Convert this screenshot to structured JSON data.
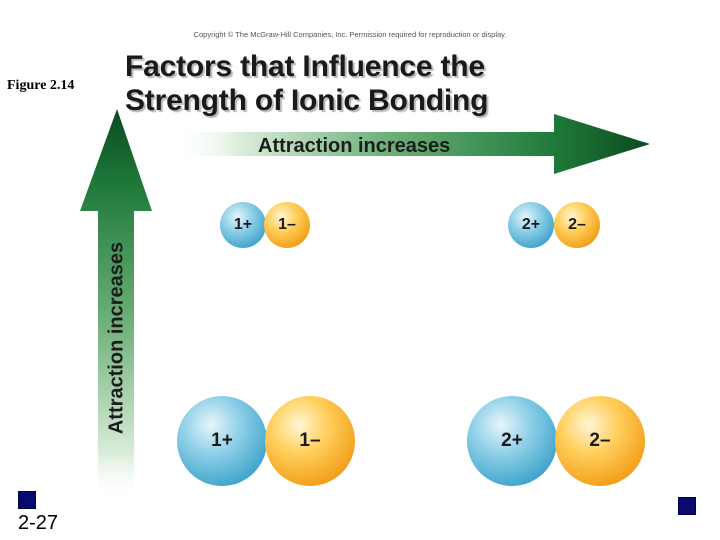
{
  "copyright": "Copyright © The McGraw-Hill Companies, Inc. Permission required for reproduction or display.",
  "figure_label": "Figure 2.14",
  "title": {
    "line1": "Factors that Influence the",
    "line2": "Strength of Ionic Bonding"
  },
  "horizontal_arrow_label": "Attraction increases",
  "vertical_arrow_label": "Attraction increases",
  "ion_pairs": [
    {
      "cation": "1+",
      "anion": "1–",
      "size": "small"
    },
    {
      "cation": "2+",
      "anion": "2–",
      "size": "small"
    },
    {
      "cation": "1+",
      "anion": "1–",
      "size": "large"
    },
    {
      "cation": "2+",
      "anion": "2–",
      "size": "large"
    }
  ],
  "slide_number": "2-27",
  "colors": {
    "cation": "#43a6cc",
    "anion": "#f3a01c",
    "arrow_green": "#0f5a25",
    "nav_square": "#0a0a6e"
  }
}
